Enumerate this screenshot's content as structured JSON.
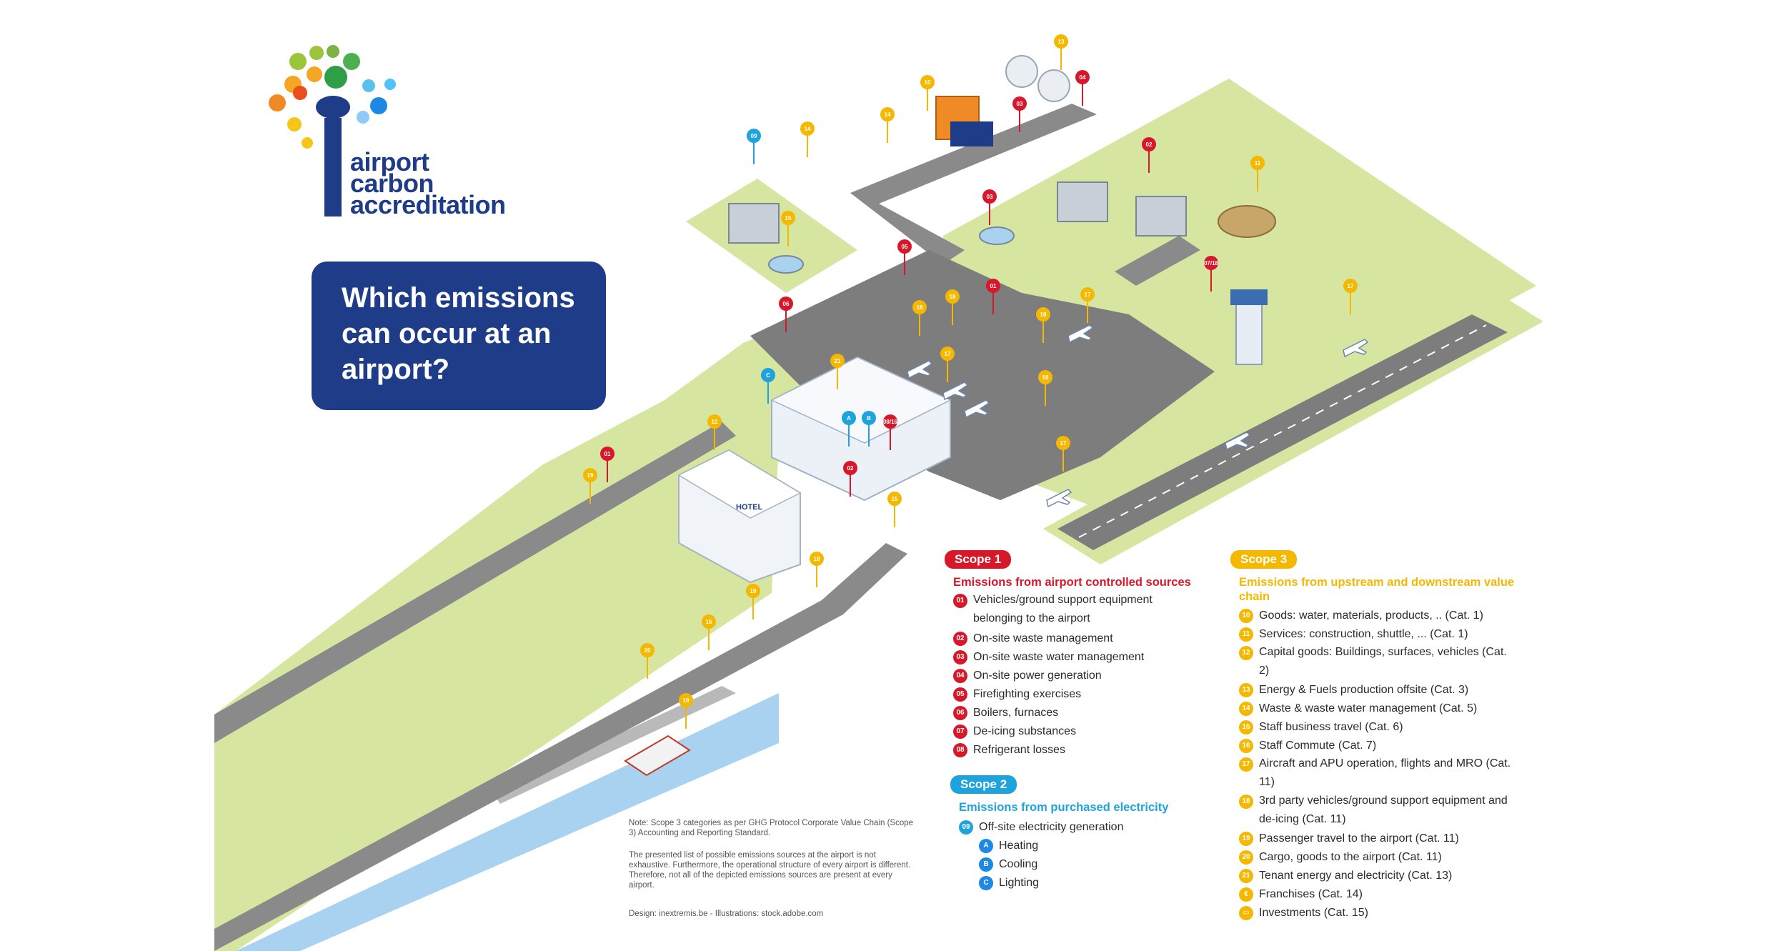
{
  "logo": {
    "lines": [
      "airport",
      "carbon",
      "accreditation"
    ]
  },
  "question": "Which emissions can occur at an airport?",
  "colors": {
    "scope1": "#d7182a",
    "scope2": "#1ea3dc",
    "scope3": "#f5b800",
    "navy": "#1f3c88",
    "grass": "#d6e6a0",
    "road": "#8a8a8a",
    "water": "#a8d2ef"
  },
  "scope1": {
    "title": "Scope 1",
    "heading": "Emissions from airport controlled sources",
    "items": [
      {
        "badge": "01",
        "label": "Vehicles/ground support equipment belonging to the airport"
      },
      {
        "badge": "02",
        "label": "On-site waste management"
      },
      {
        "badge": "03",
        "label": "On-site waste water management"
      },
      {
        "badge": "04",
        "label": "On-site power generation"
      },
      {
        "badge": "05",
        "label": "Firefighting exercises"
      },
      {
        "badge": "06",
        "label": "Boilers, furnaces"
      },
      {
        "badge": "07",
        "label": "De-icing substances"
      },
      {
        "badge": "08",
        "label": "Refrigerant losses"
      }
    ]
  },
  "scope2": {
    "title": "Scope 2",
    "heading": "Emissions from purchased electricity",
    "items": [
      {
        "badge": "09",
        "label": "Off-site electricity generation"
      },
      {
        "badge": "A",
        "label": "Heating"
      },
      {
        "badge": "B",
        "label": "Cooling"
      },
      {
        "badge": "C",
        "label": "Lighting"
      }
    ]
  },
  "scope3": {
    "title": "Scope 3",
    "heading": "Emissions from upstream and downstream value chain",
    "items": [
      {
        "badge": "10",
        "label": "Goods: water, materials, products, .. (Cat. 1)"
      },
      {
        "badge": "11",
        "label": "Services: construction, shuttle, ... (Cat. 1)"
      },
      {
        "badge": "12",
        "label": "Capital goods: Buildings, surfaces, vehicles (Cat. 2)"
      },
      {
        "badge": "13",
        "label": "Energy & Fuels production offsite (Cat. 3)"
      },
      {
        "badge": "14",
        "label": "Waste & waste water management (Cat. 5)"
      },
      {
        "badge": "15",
        "label": "Staff business travel (Cat. 6)"
      },
      {
        "badge": "16",
        "label": "Staff Commute (Cat. 7)"
      },
      {
        "badge": "17",
        "label": "Aircraft and APU operation, flights and MRO (Cat. 11)"
      },
      {
        "badge": "18",
        "label": "3rd party vehicles/ground support equipment and de-icing (Cat. 11)"
      },
      {
        "badge": "19",
        "label": "Passenger travel to the airport (Cat. 11)"
      },
      {
        "badge": "20",
        "label": "Cargo, goods to the airport (Cat. 11)"
      },
      {
        "badge": "21",
        "label": "Tenant energy and electricity (Cat. 13)"
      },
      {
        "badge": "€",
        "label": "Franchises (Cat. 14)"
      },
      {
        "badge": "▭",
        "label": "Investments (Cat. 15)"
      }
    ]
  },
  "notes": {
    "note1": "Note: Scope 3 categories as per GHG Protocol Corporate Value Chain (Scope 3) Accounting and Reporting Standard.",
    "note2": "The presented list of possible emissions sources at the airport is not exhaustive. Furthermore, the operational structure of every airport is different. Therefore, not all of the depicted emissions sources are present at every airport.",
    "credit": "Design: inextremis.be - Illustrations: stock.adobe.com"
  },
  "hotel_sign": "HOTEL",
  "map_pins": [
    {
      "label": "13",
      "scope": 3
    },
    {
      "label": "04",
      "scope": 1
    },
    {
      "label": "10",
      "scope": 3
    },
    {
      "label": "14",
      "scope": 3
    },
    {
      "label": "03",
      "scope": 1
    },
    {
      "label": "09",
      "scope": 2
    },
    {
      "label": "14",
      "scope": 3
    },
    {
      "label": "02",
      "scope": 1
    },
    {
      "label": "11",
      "scope": 3
    },
    {
      "label": "03",
      "scope": 1
    },
    {
      "label": "15",
      "scope": 3
    },
    {
      "label": "05",
      "scope": 1
    },
    {
      "label": "07/18",
      "scope": 1
    },
    {
      "label": "06",
      "scope": 1
    },
    {
      "label": "18",
      "scope": 3
    },
    {
      "label": "18",
      "scope": 3
    },
    {
      "label": "01",
      "scope": 1
    },
    {
      "label": "17",
      "scope": 3
    },
    {
      "label": "18",
      "scope": 3
    },
    {
      "label": "17",
      "scope": 3
    },
    {
      "label": "C",
      "scope": 2
    },
    {
      "label": "21",
      "scope": 3
    },
    {
      "label": "17",
      "scope": 3
    },
    {
      "label": "18",
      "scope": 3
    },
    {
      "label": "A",
      "scope": 2
    },
    {
      "label": "B",
      "scope": 2
    },
    {
      "label": "08/16",
      "scope": 1
    },
    {
      "label": "12",
      "scope": 3
    },
    {
      "label": "01",
      "scope": 1
    },
    {
      "label": "02",
      "scope": 1
    },
    {
      "label": "19",
      "scope": 3
    },
    {
      "label": "17",
      "scope": 3
    },
    {
      "label": "15",
      "scope": 3
    },
    {
      "label": "18",
      "scope": 3
    },
    {
      "label": "19",
      "scope": 3
    },
    {
      "label": "16",
      "scope": 3
    },
    {
      "label": "20",
      "scope": 3
    },
    {
      "label": "19",
      "scope": 3
    }
  ]
}
